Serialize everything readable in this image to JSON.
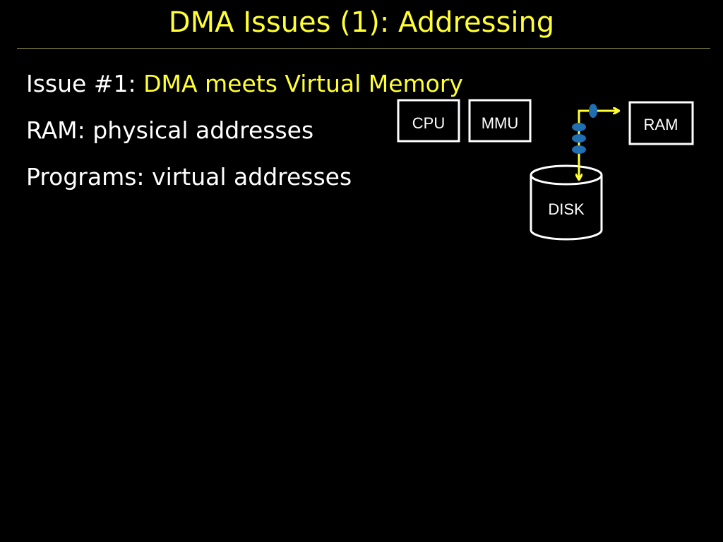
{
  "slide": {
    "title": "DMA Issues (1): Addressing",
    "bullets": [
      {
        "prefix": "Issue #1: ",
        "highlight": "DMA meets Virtual Memory"
      },
      {
        "prefix": "RAM: physical addresses",
        "highlight": ""
      },
      {
        "prefix": "Programs: virtual addresses",
        "highlight": ""
      }
    ]
  },
  "diagram": {
    "cpu_label": "CPU",
    "mmu_label": "MMU",
    "ram_label": "RAM",
    "disk_label": "DISK"
  },
  "colors": {
    "background": "#000000",
    "title": "#ffff33",
    "text": "#ffffff",
    "arrow": "#ffff33",
    "packet": "#1f6fb2"
  }
}
